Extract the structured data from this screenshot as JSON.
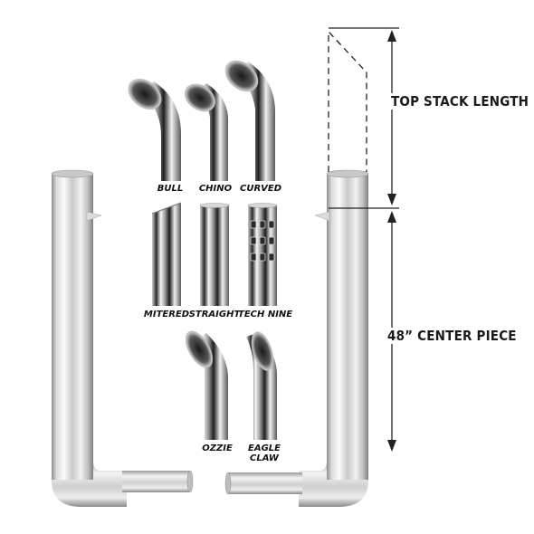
{
  "tip_styles": {
    "bull": "BULL",
    "chino": "CHINO",
    "curved": "CURVED",
    "mitered": "MITERED",
    "straight": "STRAIGHT",
    "tech_nine": "TECH NINE",
    "ozzie": "OZZIE",
    "eagle_claw_line1": "EAGLE",
    "eagle_claw_line2": "CLAW"
  },
  "dimensions": {
    "top_stack": "TOP STACK LENGTH",
    "center_piece": "48” CENTER PIECE"
  },
  "colors": {
    "chrome_dark": "#3a3a3a",
    "chrome_mid": "#9a9a9a",
    "chrome_light": "#f4f4f4",
    "dimension_line": "#222222"
  }
}
